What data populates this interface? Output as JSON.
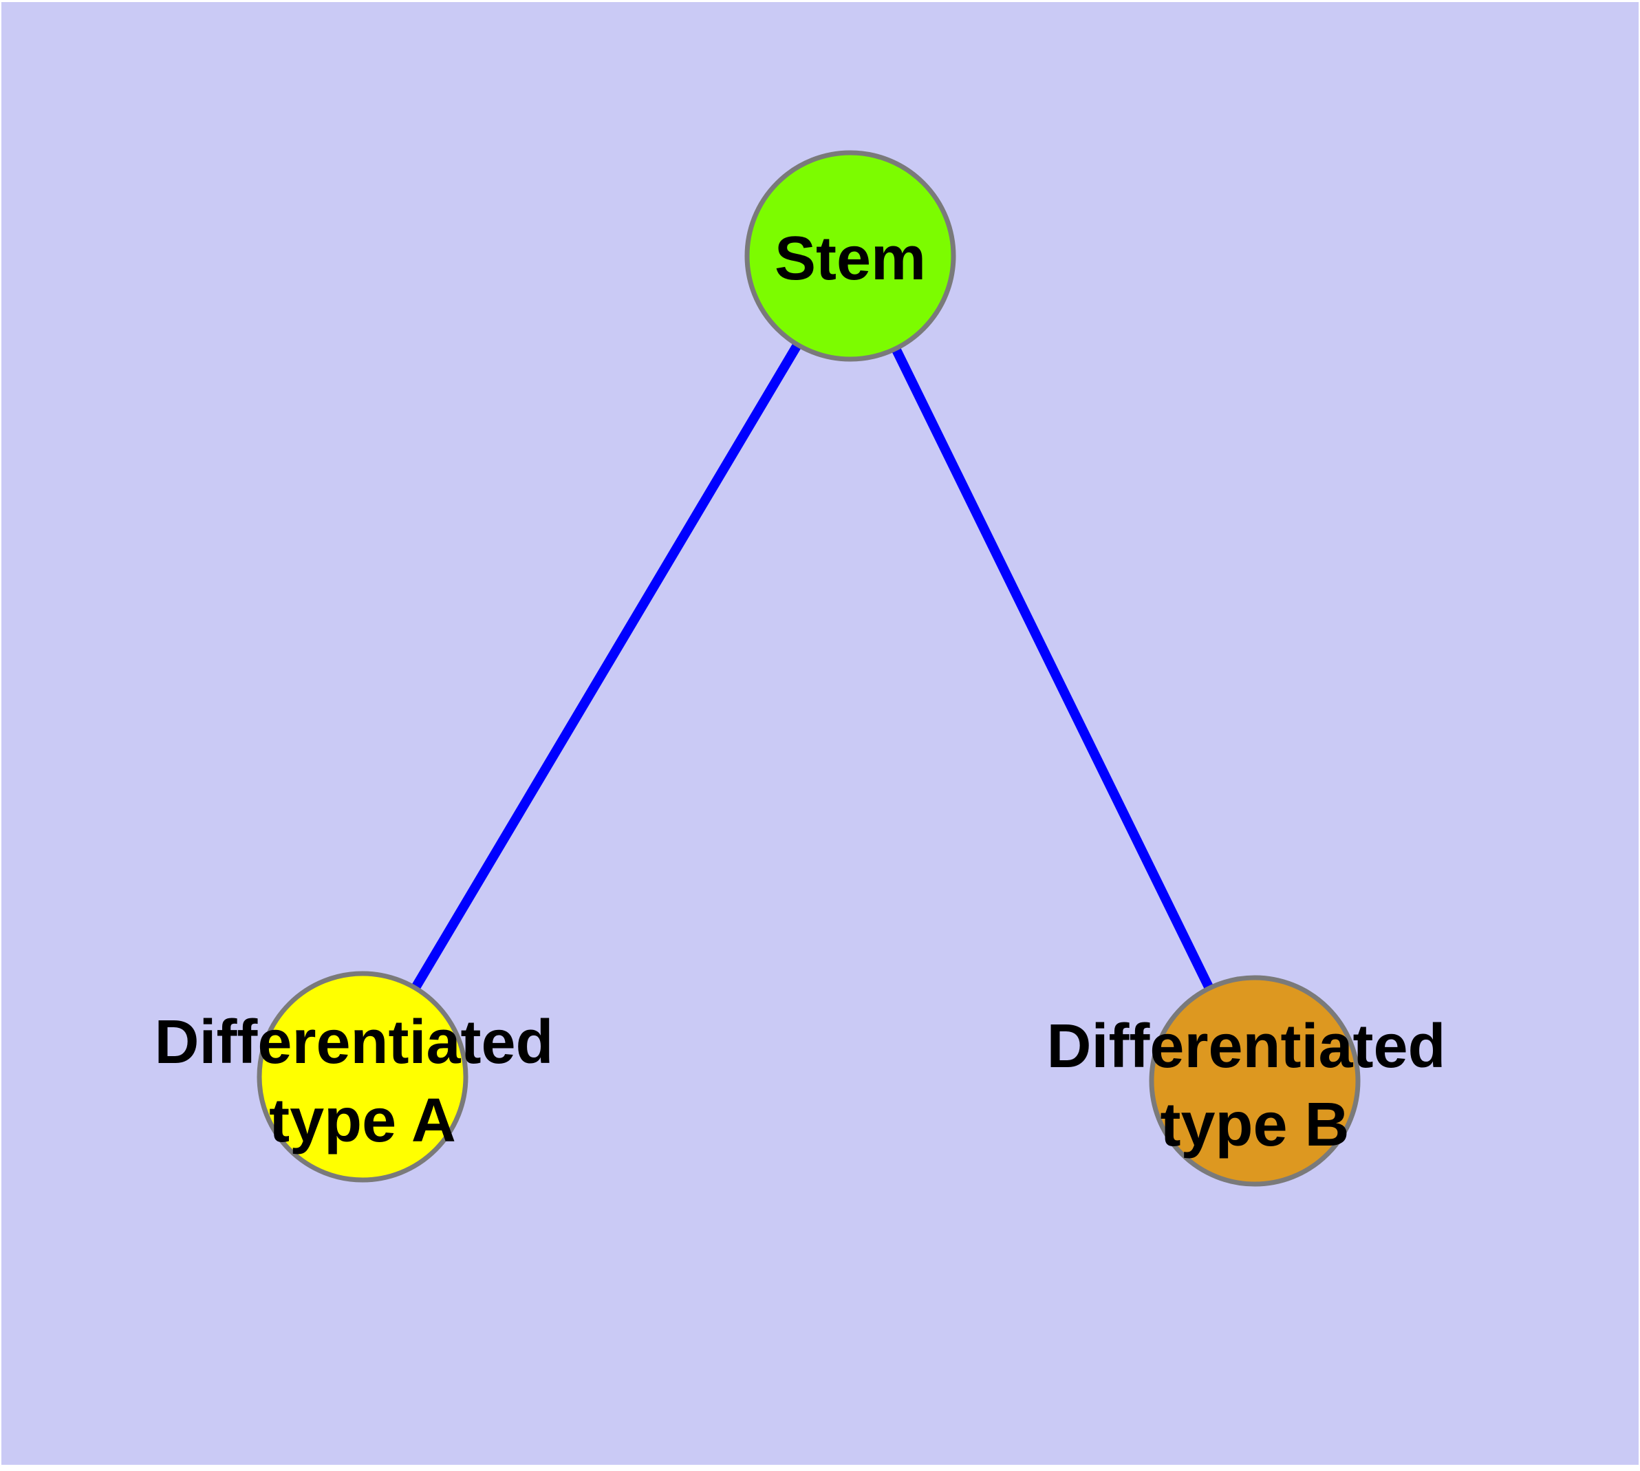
{
  "colors": {
    "figure_background": "#FFFFFF",
    "panel_background": "#CACAF5",
    "edge": "#0000FF",
    "node_border": "#7A7A7A",
    "label_text": "#000000"
  },
  "nodes": [
    {
      "id": "stem",
      "label": "Stem",
      "label_lines": [
        "Stem"
      ],
      "color": "#7CFC00"
    },
    {
      "id": "differentiated-type-a",
      "label": "Differentiated type A",
      "label_lines": [
        "Differentiated",
        "type A"
      ],
      "color": "#FFFF00"
    },
    {
      "id": "differentiated-type-b",
      "label": "Differentiated type B",
      "label_lines": [
        "Differentiated",
        "type B"
      ],
      "color": "#DD9820"
    }
  ],
  "edges": [
    {
      "from": "Stem",
      "to": "Differentiated type A"
    },
    {
      "from": "Stem",
      "to": "Differentiated type B"
    }
  ]
}
